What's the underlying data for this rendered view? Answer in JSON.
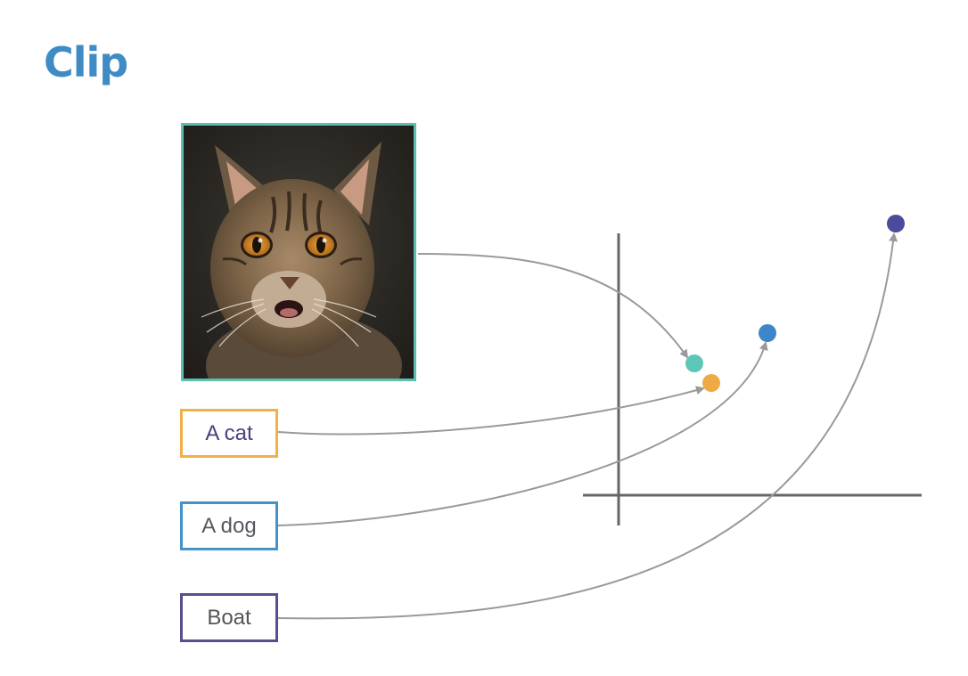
{
  "title": "Clip",
  "inputs": {
    "text_1": "A cat",
    "text_2": "A dog",
    "text_3": "Boat"
  },
  "colors": {
    "title": "#3f8cc4",
    "image_frame": "#5cbfb1",
    "image_point": "#5cc7b7",
    "cat_text": "#f0b248",
    "dog_text": "#4593c9",
    "boat_text": "#5b4d8f",
    "boat_point": "#4a4b9a",
    "axes": "#666666",
    "arrows": "#9a9a9a"
  },
  "icons": [
    "cat-photo"
  ]
}
